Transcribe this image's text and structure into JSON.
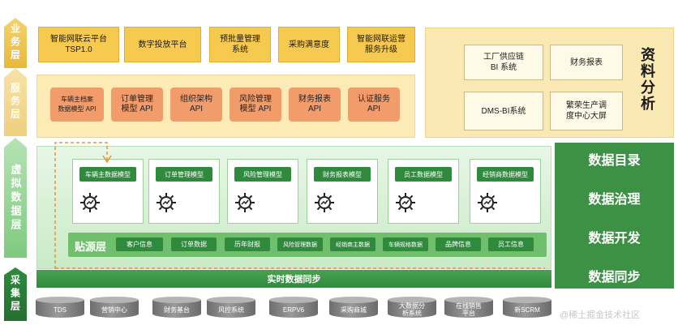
{
  "layers": {
    "business": "业务层",
    "service": "服务层",
    "virtual": "虚拟数据层",
    "collect": "采集层"
  },
  "business": [
    "智能网联云平台\nTSP1.0",
    "数字投放平台",
    "预批量管理\n系统",
    "采购满意度",
    "智能网联运营\n服务升级"
  ],
  "service_apis": [
    "车辆主档案\n数据模型 API",
    "订单管理\n模型 API",
    "组织架构\nAPI",
    "风险管理\n模型 API",
    "财务报表\nAPI",
    "认证服务\nAPI"
  ],
  "analysis": {
    "title": "资料分析",
    "items": [
      "工厂供应链\nBI 系统",
      "财务报表",
      "DMS-BI系统",
      "繁荣生产调\n度中心大屏"
    ]
  },
  "models": [
    "车辆主数据模型",
    "订单管理模型",
    "风险管理模型",
    "财务报表模型",
    "员工数据模型",
    "经销商数据模型"
  ],
  "source_layer": {
    "label": "贴源层",
    "items": [
      "客户信息",
      "订单数据",
      "历年财报",
      "风险管理数据",
      "经销商主数据",
      "车辆规格数据",
      "品牌信息",
      "员工信息"
    ]
  },
  "sync_bar": "实时数据同步",
  "governance": [
    "数据目录",
    "数据治理",
    "数据开发",
    "数据同步"
  ],
  "collect_systems": [
    "TDS",
    "营销中心",
    "财务基台",
    "风控系统",
    "ERPV6",
    "采购商城",
    "大数据分\n析系统",
    "在线销售\n平台",
    "新SCRM"
  ],
  "watermark": "@稀土掘金技术社区",
  "colors": {
    "business": "#f6c94f",
    "service_api": "#f29c6b",
    "model_tag": "#2f8a3d",
    "governance": "#3c9145",
    "dashed_line": "#e8923a"
  },
  "icons": {
    "model_card": "gear-icon",
    "collect": "database-cylinder-icon"
  }
}
